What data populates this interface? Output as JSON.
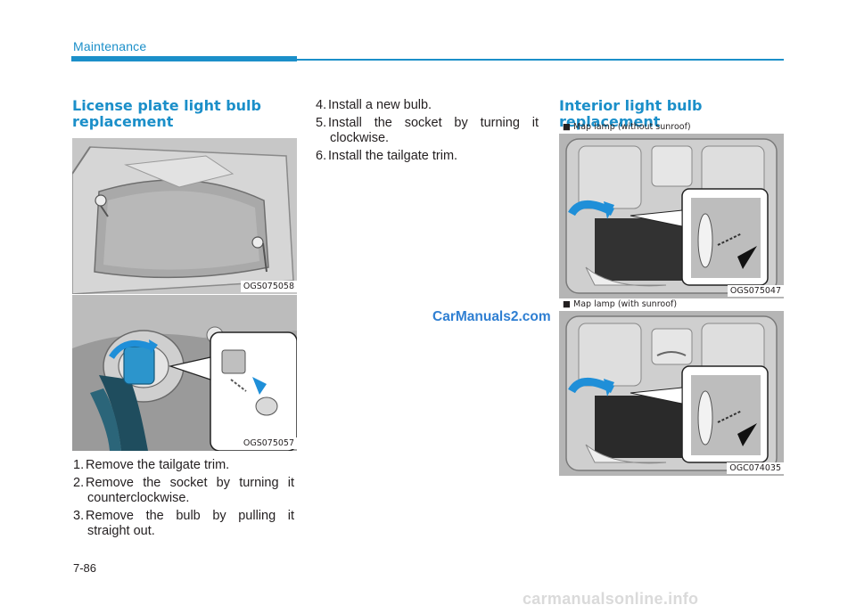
{
  "header": {
    "section_label": "Maintenance"
  },
  "left_column": {
    "heading": [
      "License plate light bulb",
      "replacement"
    ],
    "figure1_code": "OGS075058",
    "figure2_code": "OGS075057",
    "steps": [
      {
        "num": "1.",
        "text": "Remove the tailgate trim.",
        "cont": ""
      },
      {
        "num": "2.",
        "text": "Remove the socket by turning it",
        "cont": "counterclockwise."
      },
      {
        "num": "3.",
        "text": "Remove the bulb by pulling it",
        "cont": "straight out."
      }
    ]
  },
  "middle_column": {
    "steps": [
      {
        "num": "4.",
        "text": "Install a new bulb.",
        "cont": ""
      },
      {
        "num": "5.",
        "text": "Install the socket by turning it",
        "cont": "clockwise."
      },
      {
        "num": "6.",
        "text": "Install the tailgate trim.",
        "cont": ""
      }
    ]
  },
  "right_column": {
    "heading": "Interior light bulb replacement",
    "figure1_title": "■ Map lamp (without sunroof)",
    "figure1_code": "OGS075047",
    "figure2_title": "■ Map lamp (with sunroof)",
    "figure2_code": "OGC074035"
  },
  "page_number": "7-86",
  "watermarks": {
    "top": "CarManuals2.com",
    "bottom": "carmanualsonline.info"
  },
  "colors": {
    "accent": "#1b8fc9",
    "arrow": "#1f8fd8"
  }
}
